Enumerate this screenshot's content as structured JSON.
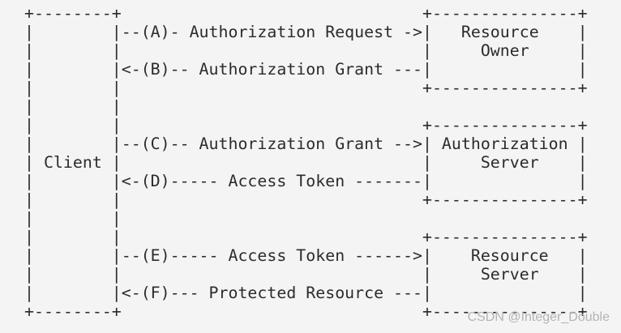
{
  "diagram": {
    "lines": [
      "+--------+                               +---------------+",
      "|        |--(A)- Authorization Request ->|   Resource    |",
      "|        |                               |     Owner     |",
      "|        |<-(B)-- Authorization Grant ---|               |",
      "|        |                               +---------------+",
      "|        |",
      "|        |                               +---------------+",
      "|        |--(C)-- Authorization Grant -->| Authorization |",
      "| Client |                               |     Server    |",
      "|        |<-(D)----- Access Token -------|               |",
      "|        |                               +---------------+",
      "|        |",
      "|        |                               +---------------+",
      "|        |--(E)----- Access Token ------>|    Resource   |",
      "|        |                               |     Server    |",
      "|        |<-(F)--- Protected Resource ---|               |",
      "+--------+                               +---------------+"
    ]
  },
  "watermark": "CSDN @Integer_Double"
}
